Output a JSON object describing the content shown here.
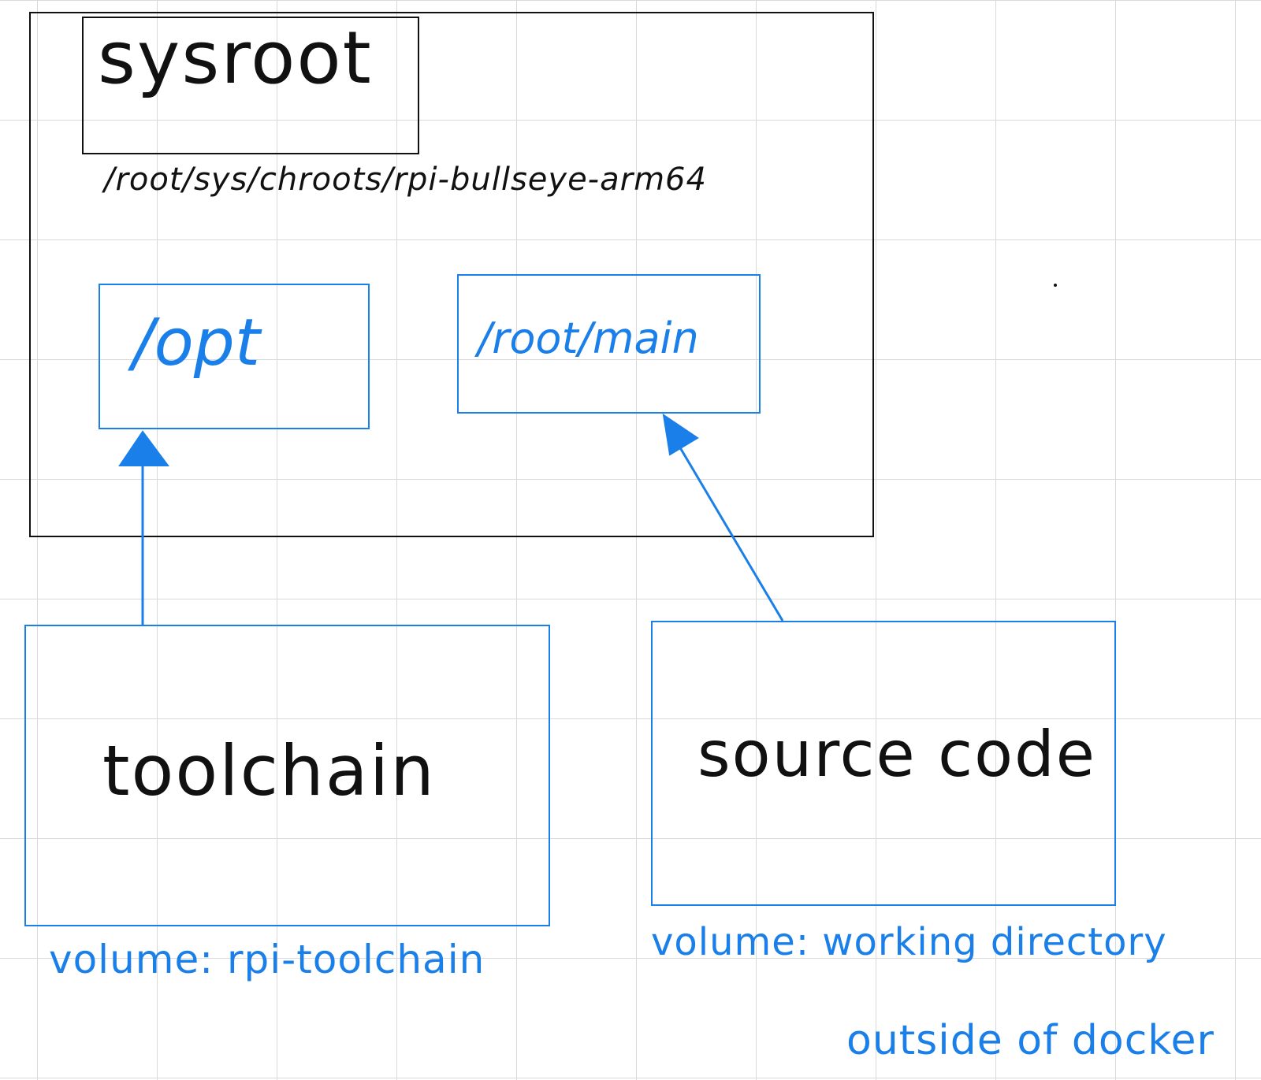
{
  "diagram": {
    "sysroot": {
      "title": "sysroot",
      "path": "/root/sys/chroots/rpi-bullseye-arm64",
      "children": [
        {
          "id": "opt",
          "label": "/opt"
        },
        {
          "id": "root-main",
          "label": "/root/main"
        }
      ]
    },
    "volumes": [
      {
        "id": "toolchain",
        "label": "toolchain",
        "caption": "volume: rpi-toolchain",
        "mounts_to": "opt"
      },
      {
        "id": "source-code",
        "label": "source code",
        "caption_line_1": "volume: working directory",
        "caption_line_2": "outside of docker",
        "mounts_to": "root-main"
      }
    ],
    "colors": {
      "ink": "#111111",
      "accent": "#1a7fe8",
      "grid": "#d9d9d9",
      "background": "#ffffff"
    }
  }
}
